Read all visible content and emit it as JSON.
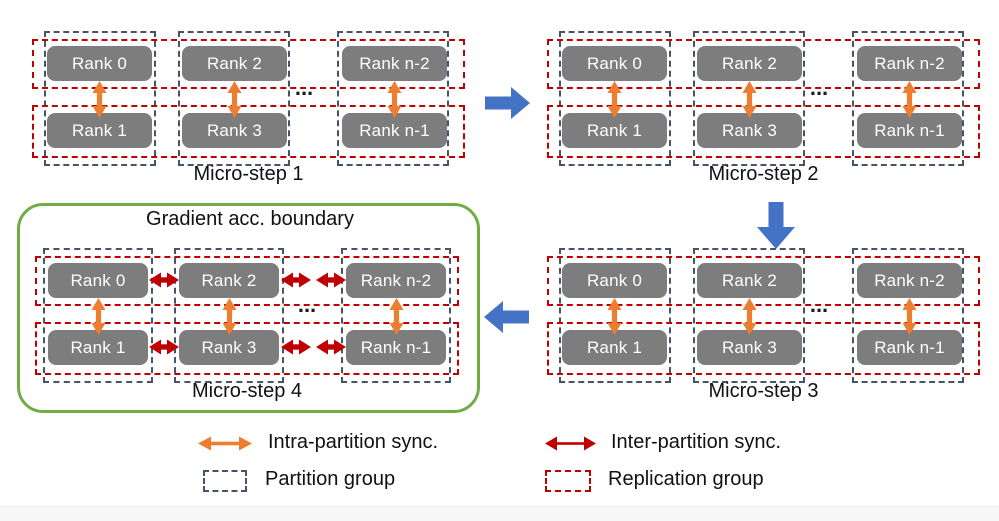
{
  "panels": [
    {
      "label": "Micro-step 1",
      "ellipsis": "...",
      "ranks": [
        "Rank 0",
        "Rank 2",
        "Rank n-2",
        "Rank 1",
        "Rank 3",
        "Rank n-1"
      ]
    },
    {
      "label": "Micro-step 2",
      "ellipsis": "...",
      "ranks": [
        "Rank 0",
        "Rank 2",
        "Rank n-2",
        "Rank 1",
        "Rank 3",
        "Rank n-1"
      ]
    },
    {
      "label": "Micro-step 3",
      "ellipsis": "...",
      "ranks": [
        "Rank 0",
        "Rank 2",
        "Rank n-2",
        "Rank 1",
        "Rank 3",
        "Rank n-1"
      ]
    },
    {
      "label": "Micro-step 4",
      "ellipsis": "...",
      "ranks": [
        "Rank 0",
        "Rank 2",
        "Rank n-2",
        "Rank 1",
        "Rank 3",
        "Rank n-1"
      ]
    }
  ],
  "boundary": {
    "label": "Gradient acc. boundary"
  },
  "legend": {
    "intra_label": "Intra-partition sync.",
    "inter_label": "Inter-partition sync.",
    "partition_label": "Partition group",
    "replication_label": "Replication group"
  },
  "colors": {
    "rank_box": "#7d7d7d",
    "rank_text": "#ffffff",
    "partition_border": "#44546a",
    "replication_border": "#c00000",
    "intra_arrow": "#ed7d31",
    "inter_arrow": "#c00000",
    "flow_arrow": "#4472c4",
    "boundary_border": "#70ad47",
    "label_text": "#111111"
  }
}
